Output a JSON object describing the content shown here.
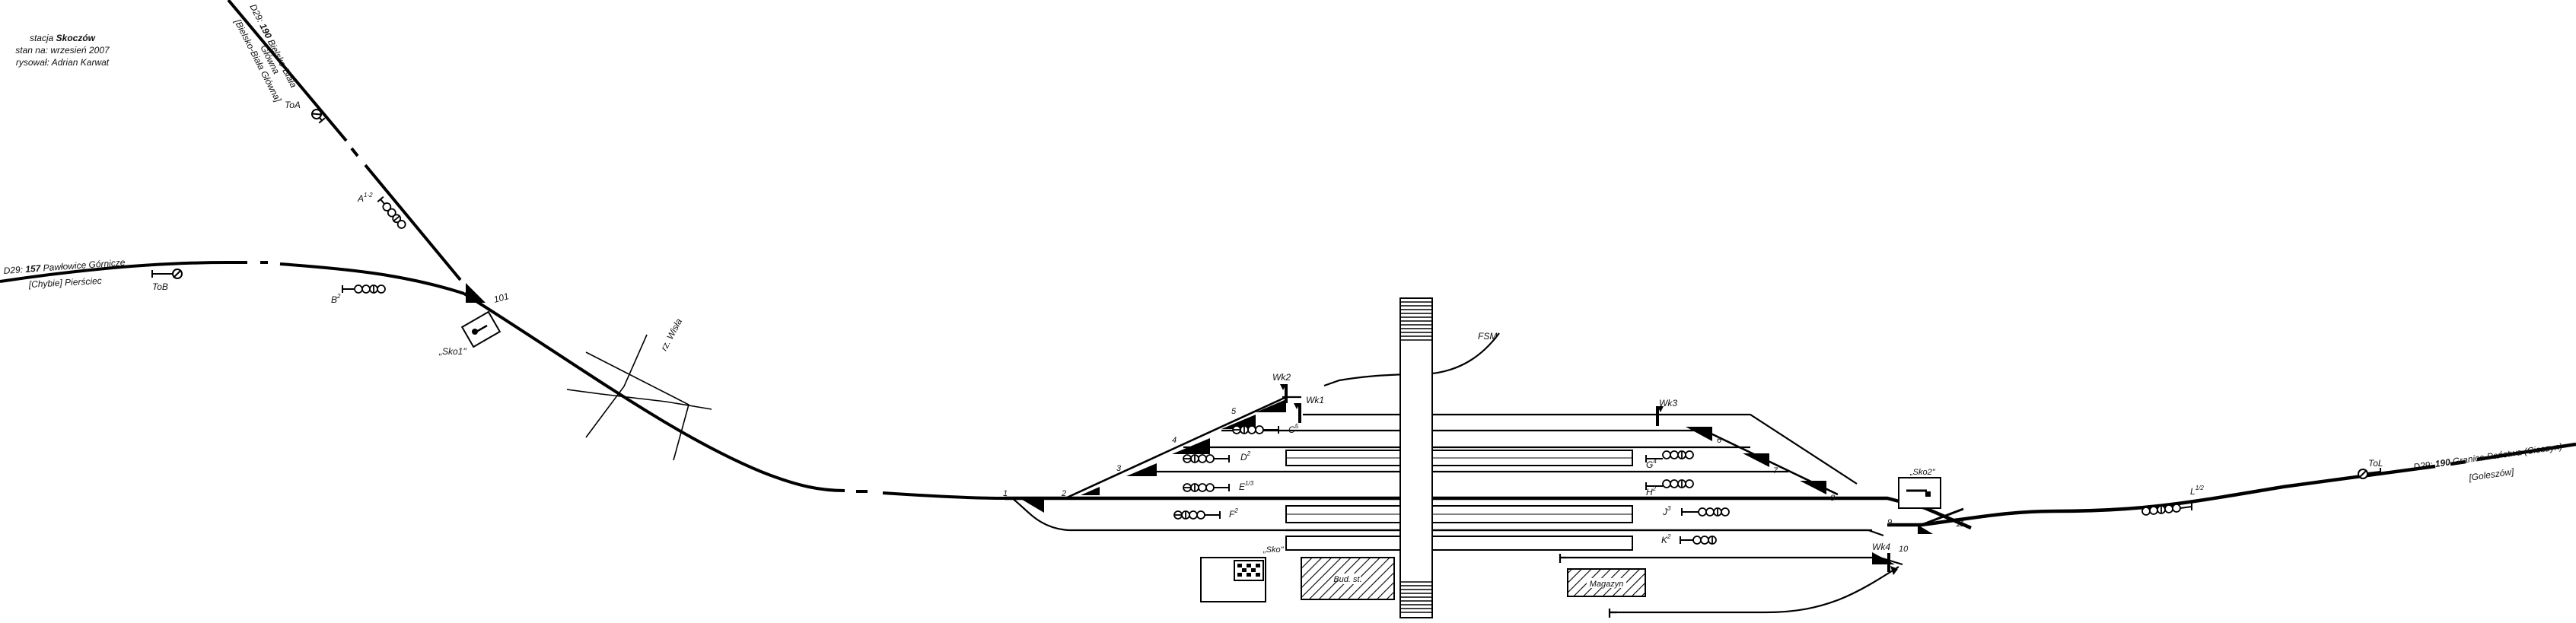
{
  "header": {
    "station_prefix": "stacja ",
    "station_name": "Skoczów",
    "status_line": "stan na: wrzesień 2007",
    "author_line": "rysował: Adrian Karwat"
  },
  "lines": {
    "left_prefix": "D29: ",
    "left_number": "157",
    "left_name": " Pawłowice Górnicze",
    "left_sub": "[Chybie] Pierściec",
    "top_prefix": "D29: ",
    "top_number": "190",
    "top_name": " Bielsko-Biała",
    "top_sub1": "Główna",
    "top_sub2": "[Bielsko-Biała Główna]",
    "right_prefix": "D29: ",
    "right_number": "190",
    "right_name": " Granica Państwa (Cieszyn)",
    "right_sub": "[Goleszów]"
  },
  "signals": {
    "toa": "ToA",
    "tob": "ToB",
    "tol": "ToL",
    "a": "A",
    "a_sup": "1-2",
    "b": "B",
    "b_sup": "2",
    "c": "C",
    "c_sup": "5",
    "d": "D",
    "d_sup": "2",
    "e": "E",
    "e_sup": "1/3",
    "f": "F",
    "f_sup": "2",
    "g": "G",
    "g_sup": "4",
    "h": "H",
    "h_sup": "2",
    "j": "J",
    "j_sup": "3",
    "k": "K",
    "k_sup": "2",
    "l": "L",
    "l_sup": "1/2"
  },
  "switches": [
    "1",
    "2",
    "3",
    "4",
    "5",
    "6",
    "7",
    "8",
    "9",
    "10",
    "11",
    "101"
  ],
  "posts": {
    "sko1": "„Sko1\"",
    "sko2": "„Sko2\"",
    "sko": "„Sko\"",
    "wk1": "Wk1",
    "wk2": "Wk2",
    "wk3": "Wk3",
    "wk4": "Wk4",
    "fsm": "FSM"
  },
  "buildings": {
    "bud": "Bud. st.",
    "magazyn": "Magazyn"
  },
  "river": "rz. Wisła",
  "colors": {
    "line": "#000000",
    "background": "#ffffff"
  }
}
